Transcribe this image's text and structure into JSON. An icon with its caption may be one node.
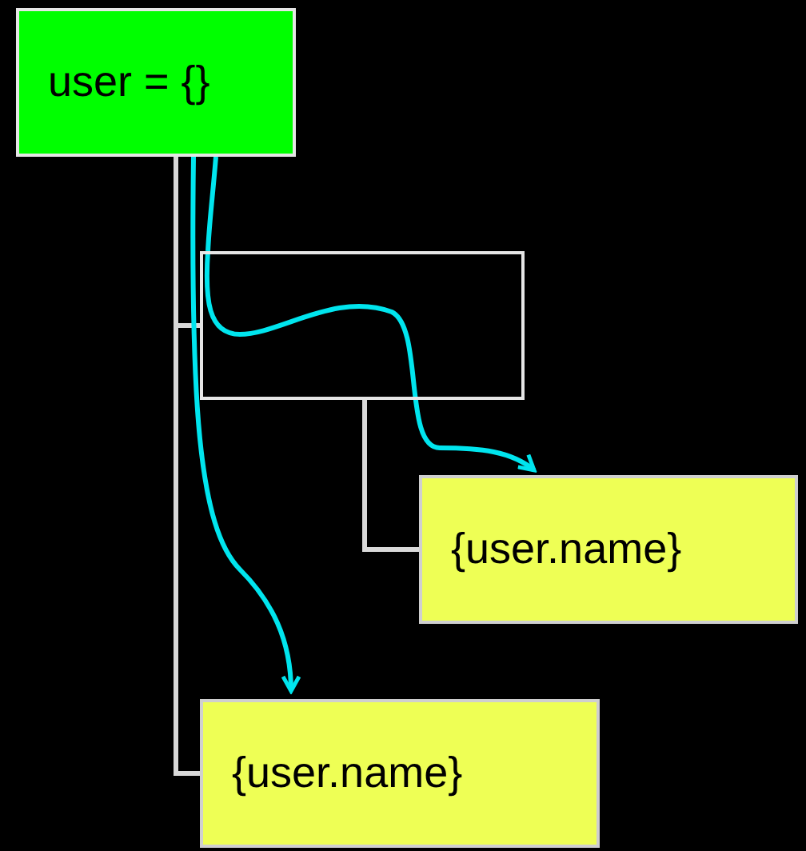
{
  "diagram": {
    "nodes": [
      {
        "text": [
          "user = {}"
        ]
      },
      {
        "text": [],
        "shape": "box"
      },
      {
        "text": [
          "{user.name}"
        ]
      },
      {
        "text": [
          "{user.name}"
        ]
      }
    ],
    "edges": [
      {
        "from": 0,
        "to": 1,
        "arrow": "none"
      },
      {
        "from": 1,
        "to": 2,
        "arrow": "none"
      },
      {
        "from": 0,
        "to": 3,
        "arrow": "none"
      },
      {
        "from": 0,
        "to": 1,
        "arrow": "none",
        "color": "#00e5ee"
      },
      {
        "from": 1,
        "to": 2,
        "arrow": "to",
        "color": "#00e5ee"
      },
      {
        "from": 0,
        "to": 3,
        "arrow": "to",
        "color": "#00e5ee"
      }
    ]
  }
}
